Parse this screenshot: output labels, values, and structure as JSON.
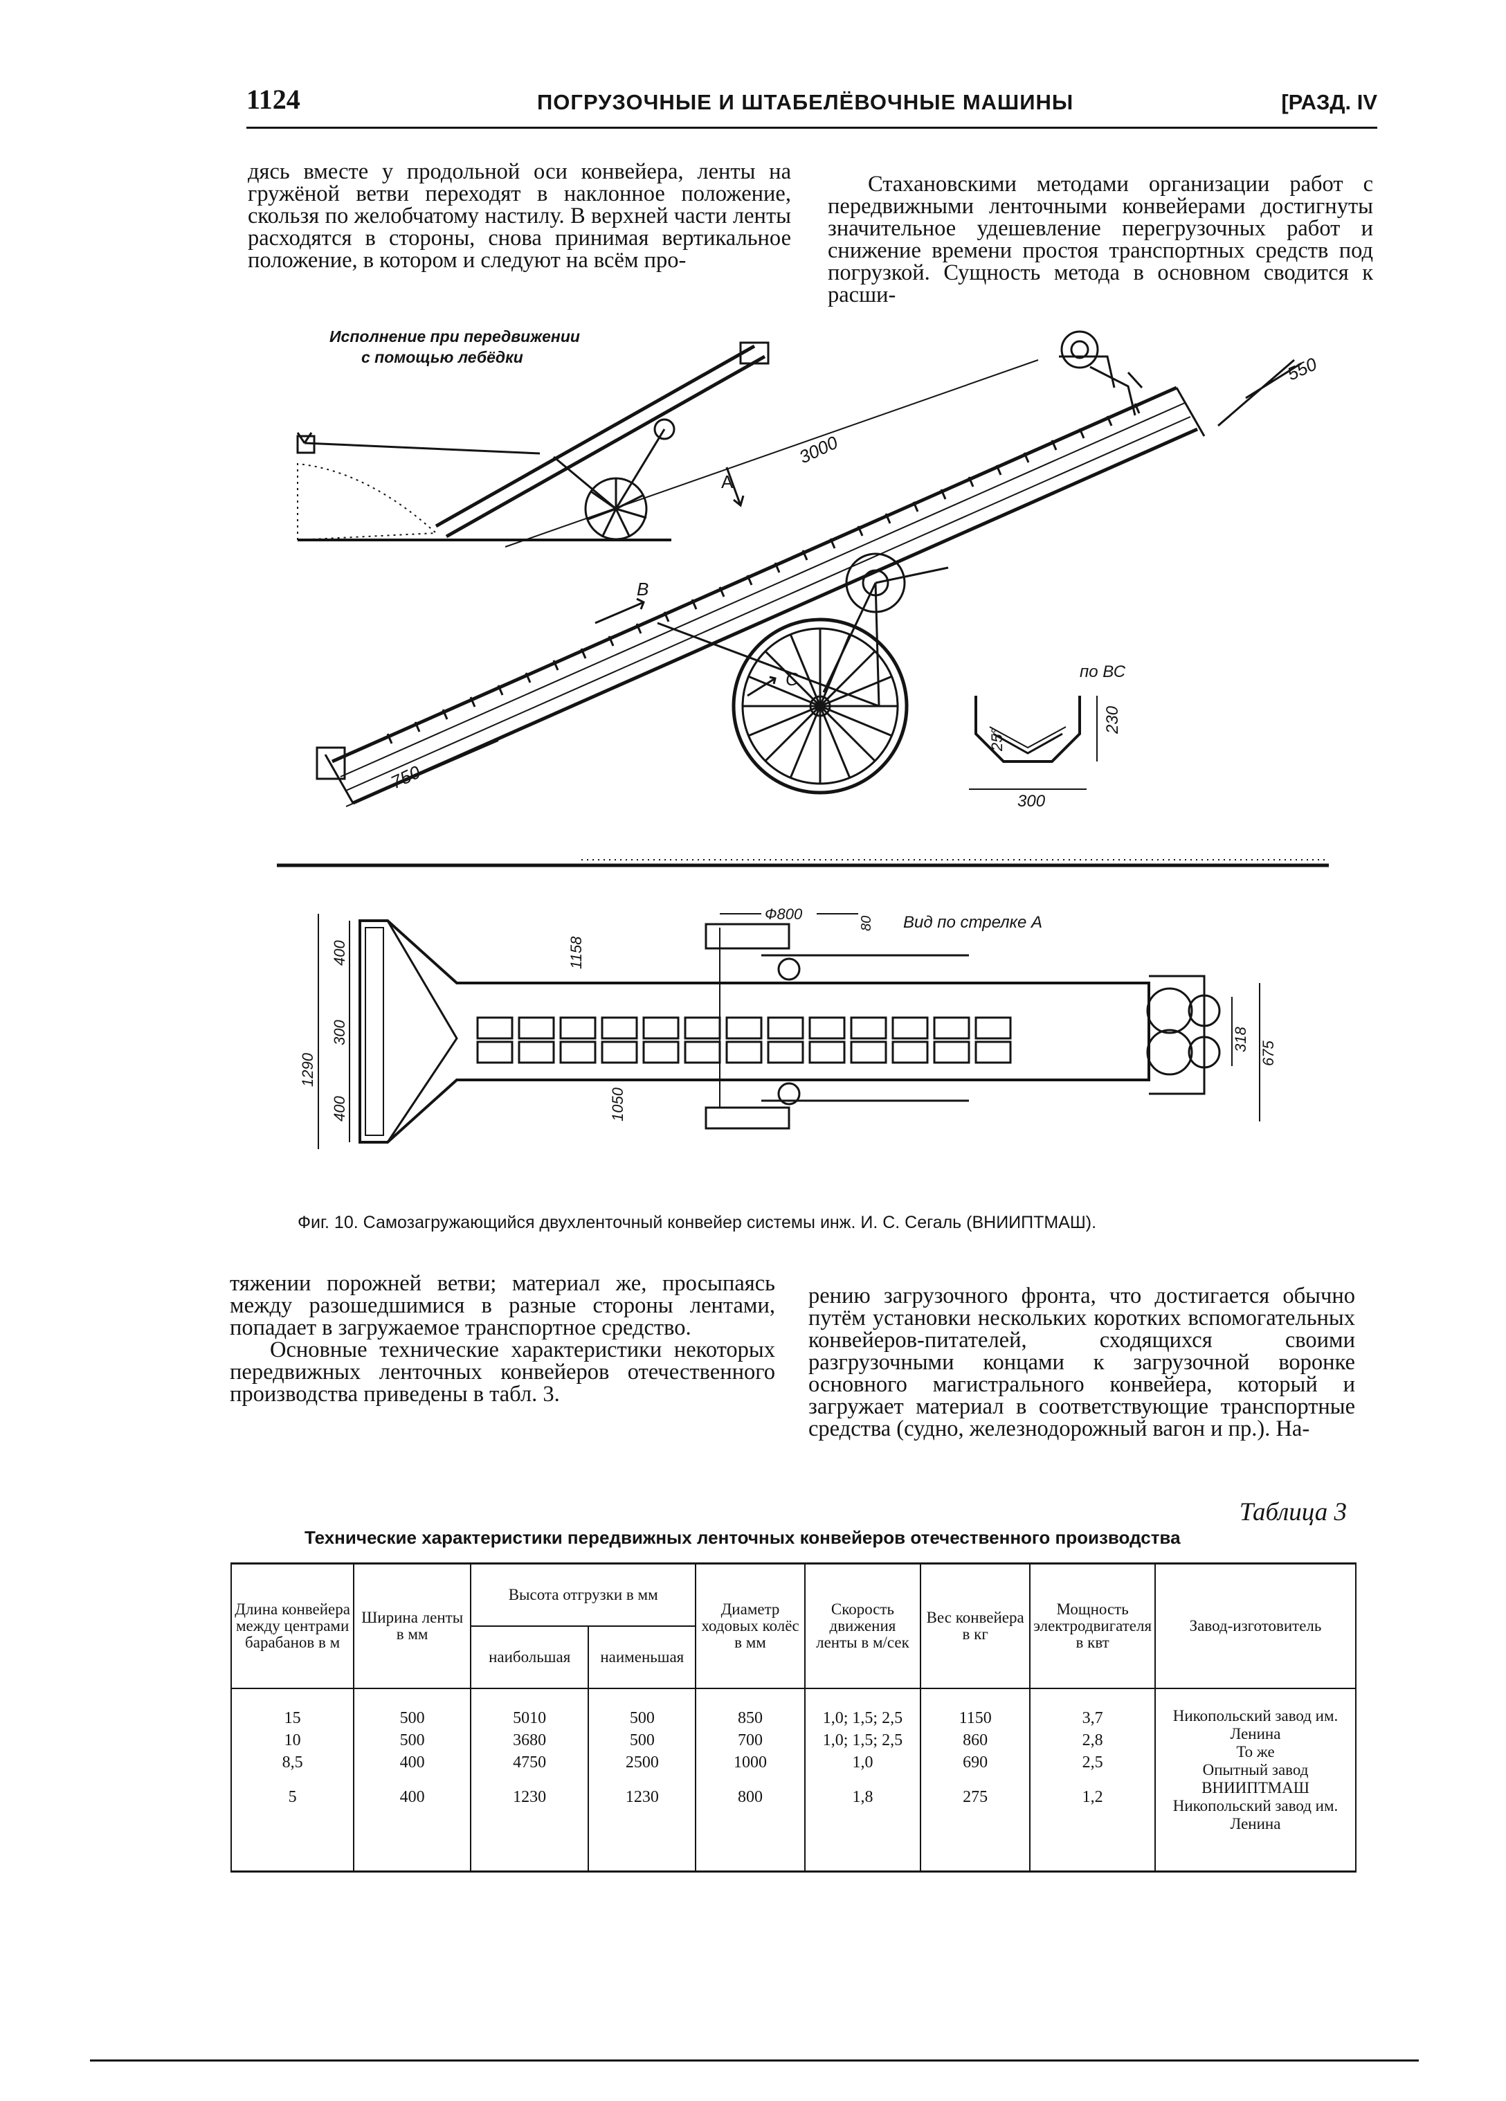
{
  "header": {
    "page_number": "1124",
    "running_title": "ПОГРУЗОЧНЫЕ И ШТАБЕЛЁВОЧНЫЕ МАШИНЫ",
    "section": "[РАЗД. IV"
  },
  "top_left_text": "дясь вместе у продольной оси конвейера, ленты на гружёной ветви переходят в наклонное положение, скользя по желобчатому настилу. В верхней части ленты расходятся в стороны, снова принимая вертикальное положение, в котором и следуют на всём про-",
  "top_right_text": "Стахановскими методами организации работ с передвижными ленточными конвейерами достигнуты значительное удешевление перегрузочных работ и снижение времени простоя транспортных средств под погрузкой. Сущность метода в основном сводится к расши-",
  "figure": {
    "inset_label_line1": "Исполнение при передвижении",
    "inset_label_line2": "с помощью лебёдки",
    "arrow_a": "А",
    "label_b": "В",
    "label_c": "С",
    "dim_3000": "3000",
    "dim_550": "550",
    "dim_750": "750",
    "section_label": "по ВС",
    "dim_300": "300",
    "dim_230": "230",
    "angle_25": "25°",
    "view_label": "Вид по стрелке А",
    "dim_800": "Ф800",
    "dim_80": "80",
    "dim_1158": "1158",
    "dim_1050": "1050",
    "dim_400_top": "400",
    "dim_300_mid": "300",
    "dim_400_bottom": "400",
    "dim_1290": "1290",
    "dim_318": "318",
    "dim_675": "675"
  },
  "caption": "Фиг. 10. Самозагружающийся двухленточный конвейер системы инж. И. С. Сегаль (ВНИИПТМАШ).",
  "mid_left_p1": "тяжении порожней ветви; материал же, просыпаясь между разошедшимися в разные стороны лентами, попадает в загружаемое транспортное средство.",
  "mid_left_p2": "Основные технические характеристики некоторых передвижных ленточных конвейеров отечественного производства приведены в табл. 3.",
  "mid_right_text": "рению загрузочного фронта, что достигается обычно путём установки нескольких коротких вспомогательных конвейеров-питателей, сходящихся своими разгрузочными концами к загрузочной воронке основного магистрального конвейера, который и загружает материал в соответствующие транспортные средства (судно, железнодорожный вагон и пр.). На-",
  "table": {
    "caption": "Таблица 3",
    "title": "Технические характеристики передвижных ленточных конвейеров отечественного производства",
    "headers": {
      "length": "Длина конвейера между центрами барабанов в м",
      "width": "Ширина ленты в мм",
      "height_group": "Высота отгрузки в мм",
      "height_max": "наибольшая",
      "height_min": "наименьшая",
      "wheel": "Диаметр ходовых колёс в мм",
      "speed": "Скорость движения ленты в м/сек",
      "weight": "Вес конвейера в кг",
      "power": "Мощность электродвигателя в квт",
      "plant": "Завод-изготовитель"
    },
    "columns": {
      "length": [
        "15",
        "10",
        "8,5",
        "",
        "5"
      ],
      "width": [
        "500",
        "500",
        "400",
        "",
        "400"
      ],
      "height_max": [
        "5010",
        "3680",
        "4750",
        "",
        "1230"
      ],
      "height_min": [
        "500",
        "500",
        "2500",
        "",
        "1230"
      ],
      "wheel": [
        "850",
        "700",
        "1000",
        "",
        "800"
      ],
      "speed": [
        "1,0; 1,5; 2,5",
        "1,0; 1,5; 2,5",
        "1,0",
        "",
        "1,8"
      ],
      "weight": [
        "1150",
        "860",
        "690",
        "",
        "275"
      ],
      "power": [
        "3,7",
        "2,8",
        "2,5",
        "",
        "1,2"
      ],
      "plant": [
        "Никопольский завод им. Ленина",
        "То же",
        "Опытный завод ВНИИПТМАШ",
        "Никопольский завод им. Ленина"
      ]
    }
  }
}
